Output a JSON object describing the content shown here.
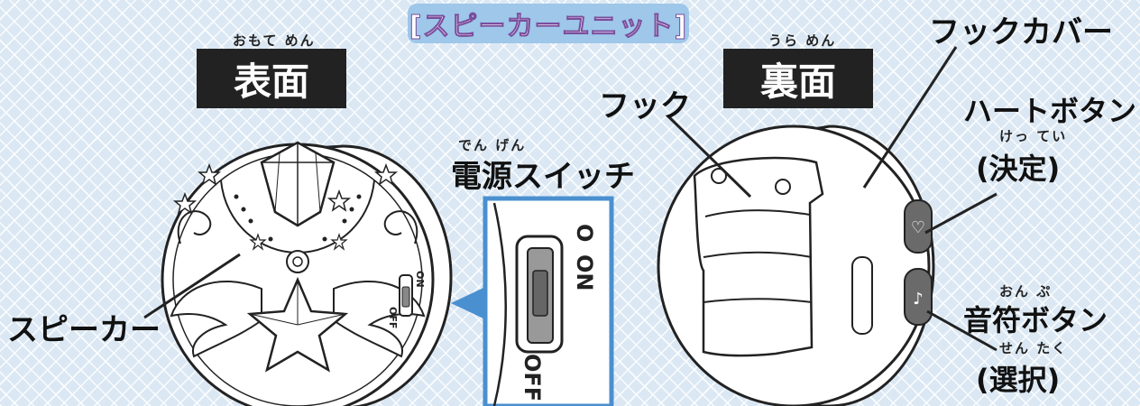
{
  "title": "[スピーカーユニット]",
  "front": {
    "ruby": "おもて めん",
    "label": "表面"
  },
  "back": {
    "ruby": "うら めん",
    "label": "裏面"
  },
  "labels": {
    "speaker": "スピーカー",
    "power_ruby": "でん げん",
    "power": "電源スイッチ",
    "hook": "フック",
    "hook_cover": "フックカバー",
    "heart_button": "ハートボタン",
    "heart_ruby": "けっ てい",
    "heart_sub": "(決定)",
    "note_ruby": "おん ぷ",
    "note_button": "音符ボタン",
    "note_sub_ruby": "せん たく",
    "note_sub": "(選択)"
  },
  "switch_text": {
    "on": "ON",
    "off": "OFF",
    "mark": "O"
  },
  "colors": {
    "title_bg": "#9ec7ea",
    "accent": "#4a90d0",
    "dark": "#222222"
  }
}
